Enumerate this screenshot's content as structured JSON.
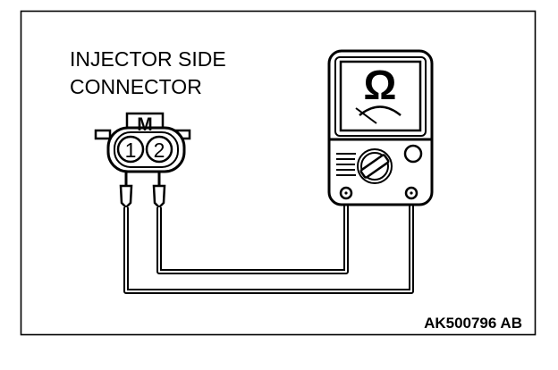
{
  "connector": {
    "label_line1": "INJECTOR SIDE",
    "label_line2": "CONNECTOR",
    "key_letter": "M",
    "terminal_1": "1",
    "terminal_2": "2"
  },
  "meter": {
    "unit_symbol": "Ω"
  },
  "figure_code": "AK500796 AB",
  "colors": {
    "line": "#000000",
    "background": "#ffffff"
  },
  "icons": {
    "ohm_symbol": "omega",
    "range_dial": "rotary-knob",
    "zero_adjust": "round-knob"
  }
}
